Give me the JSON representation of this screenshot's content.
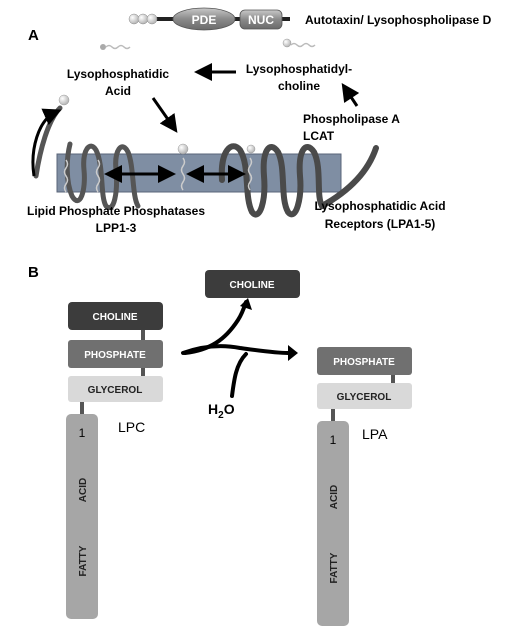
{
  "panel_a": {
    "letter": "A",
    "enzyme": {
      "domain1": "PDE",
      "domain2": "NUC",
      "name": "Autotaxin/ Lysophospholipase D"
    },
    "lpa_label": [
      "Lysophosphatidic",
      "Acid"
    ],
    "lpc_label": [
      "Lysophosphatidyl-",
      "choline"
    ],
    "pla_label": [
      "Phospholipase A",
      "LCAT"
    ],
    "lpp_label": [
      "Lipid Phosphate Phosphatases",
      "LPP1-3"
    ],
    "receptor_label": [
      "Lysophosphatidic Acid",
      "Receptors (LPA1-5)"
    ]
  },
  "panel_b": {
    "letter": "B",
    "lpc": {
      "choline": "CHOLINE",
      "phosphate": "PHOSPHATE",
      "glycerol": "GLYCEROL",
      "position": "1",
      "fatty_acid": [
        "ACID",
        "FATTY"
      ],
      "name": "LPC"
    },
    "product_choline": "CHOLINE",
    "water": {
      "main": "H",
      "sub": "2",
      "tail": "O"
    },
    "lpa": {
      "phosphate": "PHOSPHATE",
      "glycerol": "GLYCEROL",
      "position": "1",
      "fatty_acid": [
        "ACID",
        "FATTY"
      ],
      "name": "LPA"
    }
  },
  "colors": {
    "choline_box": "#3c3c3c",
    "phosphate_box": "#707070",
    "glycerol_box": "#d9d9d9",
    "fatty_box": "#a6a6a6",
    "membrane": "#7f8ea3",
    "coil": "#555555"
  }
}
